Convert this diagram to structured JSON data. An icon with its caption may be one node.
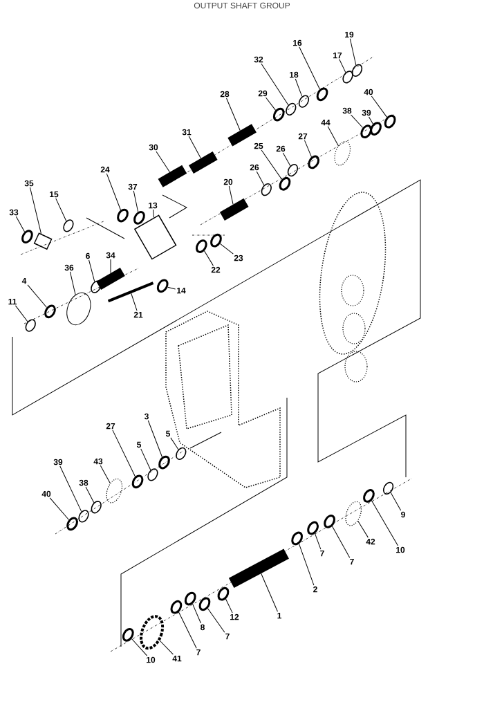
{
  "diagram": {
    "title": "OUTPUT SHAFT GROUP",
    "nodes": [
      {
        "text": [
          "19"
        ]
      },
      {
        "text": [
          "16"
        ]
      },
      {
        "text": [
          "17"
        ]
      },
      {
        "text": [
          "32"
        ]
      },
      {
        "text": [
          "18"
        ]
      },
      {
        "text": [
          "28"
        ]
      },
      {
        "text": [
          "29"
        ]
      },
      {
        "text": [
          "40"
        ]
      },
      {
        "text": [
          "38"
        ]
      },
      {
        "text": [
          "39"
        ]
      },
      {
        "text": [
          "44"
        ]
      },
      {
        "text": [
          "31"
        ]
      },
      {
        "text": [
          "27"
        ]
      },
      {
        "text": [
          "30"
        ]
      },
      {
        "text": [
          "25"
        ]
      },
      {
        "text": [
          "26"
        ]
      },
      {
        "text": [
          "26"
        ]
      },
      {
        "text": [
          "24"
        ]
      },
      {
        "text": [
          "20"
        ]
      },
      {
        "text": [
          "37"
        ]
      },
      {
        "text": [
          "13"
        ]
      },
      {
        "text": [
          "35"
        ]
      },
      {
        "text": [
          "15"
        ]
      },
      {
        "text": [
          "33"
        ]
      },
      {
        "text": [
          "23"
        ]
      },
      {
        "text": [
          "22"
        ]
      },
      {
        "text": [
          "6"
        ]
      },
      {
        "text": [
          "34"
        ]
      },
      {
        "text": [
          "36"
        ]
      },
      {
        "text": [
          "4"
        ]
      },
      {
        "text": [
          "14"
        ]
      },
      {
        "text": [
          "11"
        ]
      },
      {
        "text": [
          "21"
        ]
      },
      {
        "text": [
          "27"
        ]
      },
      {
        "text": [
          "3"
        ]
      },
      {
        "text": [
          "5"
        ]
      },
      {
        "text": [
          "5"
        ]
      },
      {
        "text": [
          "39"
        ]
      },
      {
        "text": [
          "43"
        ]
      },
      {
        "text": [
          "38"
        ]
      },
      {
        "text": [
          "40"
        ]
      },
      {
        "text": [
          "9"
        ]
      },
      {
        "text": [
          "42"
        ]
      },
      {
        "text": [
          "10"
        ]
      },
      {
        "text": [
          "7"
        ]
      },
      {
        "text": [
          "7"
        ]
      },
      {
        "text": [
          "2"
        ]
      },
      {
        "text": [
          "1"
        ]
      },
      {
        "text": [
          "12"
        ]
      },
      {
        "text": [
          "8"
        ]
      },
      {
        "text": [
          "7"
        ]
      },
      {
        "text": [
          "7"
        ]
      },
      {
        "text": [
          "41"
        ]
      },
      {
        "text": [
          "10"
        ]
      },
      {
        "text": [],
        "shape": "circle"
      },
      {
        "text": [],
        "shape": "circle"
      },
      {
        "text": [],
        "shape": "circle"
      },
      {
        "text": [],
        "shape": "circle"
      },
      {
        "text": [],
        "shape": "circle"
      },
      {
        "text": [],
        "shape": "bar"
      },
      {
        "text": [],
        "shape": "circle"
      },
      {
        "text": [],
        "shape": "circle"
      },
      {
        "text": [],
        "shape": "circle"
      },
      {
        "text": [],
        "shape": "circle"
      },
      {
        "text": [],
        "shape": "picture"
      },
      {
        "text": [],
        "shape": "bar"
      },
      {
        "text": [],
        "shape": "circle"
      },
      {
        "text": [],
        "shape": "bar"
      },
      {
        "text": [],
        "shape": "circle"
      },
      {
        "text": [],
        "shape": "circle"
      },
      {
        "text": [],
        "shape": "circle"
      },
      {
        "text": [],
        "shape": "circle"
      },
      {
        "text": [],
        "shape": "bar"
      },
      {
        "text": [],
        "shape": "circle"
      },
      {
        "text": [],
        "shape": "box"
      },
      {
        "text": [],
        "shape": "box"
      },
      {
        "text": [],
        "shape": "circle"
      },
      {
        "text": [],
        "shape": "circle"
      },
      {
        "text": [],
        "shape": "circle"
      },
      {
        "text": [],
        "shape": "circle"
      },
      {
        "text": [],
        "shape": "circle"
      },
      {
        "text": [],
        "shape": "bar"
      },
      {
        "text": [],
        "shape": "circle"
      },
      {
        "text": [],
        "shape": "circle"
      },
      {
        "text": [],
        "shape": "circle"
      },
      {
        "text": [],
        "shape": "circle"
      },
      {
        "text": [],
        "shape": "bar"
      },
      {
        "text": [],
        "shape": "circle"
      },
      {
        "text": [],
        "shape": "circle"
      },
      {
        "text": [],
        "shape": "circle"
      },
      {
        "text": [],
        "shape": "circle"
      },
      {
        "text": [],
        "shape": "circle"
      },
      {
        "text": [],
        "shape": "picture"
      },
      {
        "text": [],
        "shape": "circle"
      },
      {
        "text": [],
        "shape": "circle"
      },
      {
        "text": [],
        "shape": "circle"
      },
      {
        "text": [],
        "shape": "picture"
      },
      {
        "text": [],
        "shape": "circle"
      },
      {
        "text": [],
        "shape": "circle"
      },
      {
        "text": [],
        "shape": "circle"
      },
      {
        "text": [],
        "shape": "circle"
      },
      {
        "text": [],
        "shape": "bar"
      },
      {
        "text": [],
        "shape": "circle"
      },
      {
        "text": [],
        "shape": "circle"
      },
      {
        "text": [],
        "shape": "circle"
      },
      {
        "text": [],
        "shape": "circle"
      },
      {
        "text": [],
        "shape": "picture"
      },
      {
        "text": [],
        "shape": "circle"
      }
    ],
    "edges": [
      {
        "from": 0,
        "to": 54,
        "arrow": "none"
      },
      {
        "from": 1,
        "to": 55,
        "arrow": "none"
      },
      {
        "from": 2,
        "to": 56,
        "arrow": "none"
      },
      {
        "from": 3,
        "to": 57,
        "arrow": "none"
      },
      {
        "from": 4,
        "to": 58,
        "arrow": "none"
      },
      {
        "from": 5,
        "to": 59,
        "arrow": "none"
      },
      {
        "from": 6,
        "to": 60,
        "arrow": "none"
      },
      {
        "from": 7,
        "to": 61,
        "arrow": "none"
      },
      {
        "from": 8,
        "to": 62,
        "arrow": "none"
      },
      {
        "from": 9,
        "to": 63,
        "arrow": "none"
      },
      {
        "from": 10,
        "to": 64,
        "arrow": "none"
      },
      {
        "from": 11,
        "to": 65,
        "arrow": "none"
      },
      {
        "from": 12,
        "to": 66,
        "arrow": "none"
      },
      {
        "from": 13,
        "to": 67,
        "arrow": "none"
      },
      {
        "from": 14,
        "to": 68,
        "arrow": "none"
      },
      {
        "from": 15,
        "to": 69,
        "arrow": "none"
      },
      {
        "from": 16,
        "to": 70,
        "arrow": "none"
      },
      {
        "from": 17,
        "to": 71,
        "arrow": "none"
      },
      {
        "from": 18,
        "to": 72,
        "arrow": "none"
      },
      {
        "from": 19,
        "to": 73,
        "arrow": "none"
      },
      {
        "from": 20,
        "to": 74,
        "arrow": "none"
      },
      {
        "from": 21,
        "to": 75,
        "arrow": "none"
      },
      {
        "from": 22,
        "to": 76,
        "arrow": "none"
      },
      {
        "from": 23,
        "to": 77,
        "arrow": "none"
      },
      {
        "from": 24,
        "to": 78,
        "arrow": "none"
      },
      {
        "from": 25,
        "to": 79,
        "arrow": "none"
      },
      {
        "from": 26,
        "to": 80,
        "arrow": "none"
      },
      {
        "from": 27,
        "to": 81,
        "arrow": "none"
      },
      {
        "from": 28,
        "to": 82,
        "arrow": "none"
      },
      {
        "from": 29,
        "to": 83,
        "arrow": "none"
      },
      {
        "from": 30,
        "to": 84,
        "arrow": "none"
      },
      {
        "from": 31,
        "to": 85,
        "arrow": "none"
      },
      {
        "from": 32,
        "to": 86,
        "arrow": "none"
      },
      {
        "from": 33,
        "to": 87,
        "arrow": "none"
      },
      {
        "from": 34,
        "to": 88,
        "arrow": "none"
      },
      {
        "from": 35,
        "to": 89,
        "arrow": "none"
      },
      {
        "from": 36,
        "to": 90,
        "arrow": "none"
      },
      {
        "from": 37,
        "to": 91,
        "arrow": "none"
      },
      {
        "from": 38,
        "to": 92,
        "arrow": "none"
      },
      {
        "from": 39,
        "to": 93,
        "arrow": "none"
      },
      {
        "from": 40,
        "to": 94,
        "arrow": "none"
      },
      {
        "from": 41,
        "to": 95,
        "arrow": "none"
      },
      {
        "from": 42,
        "to": 96,
        "arrow": "none"
      },
      {
        "from": 43,
        "to": 97,
        "arrow": "none"
      },
      {
        "from": 44,
        "to": 98,
        "arrow": "none"
      },
      {
        "from": 45,
        "to": 99,
        "arrow": "none"
      },
      {
        "from": 46,
        "to": 100,
        "arrow": "none"
      },
      {
        "from": 47,
        "to": 101,
        "arrow": "none"
      },
      {
        "from": 48,
        "to": 102,
        "arrow": "none"
      },
      {
        "from": 49,
        "to": 103,
        "arrow": "none"
      },
      {
        "from": 50,
        "to": 104,
        "arrow": "none"
      },
      {
        "from": 51,
        "to": 105,
        "arrow": "none"
      },
      {
        "from": 52,
        "to": 106,
        "arrow": "none"
      },
      {
        "from": 53,
        "to": 107,
        "arrow": "none"
      }
    ]
  }
}
